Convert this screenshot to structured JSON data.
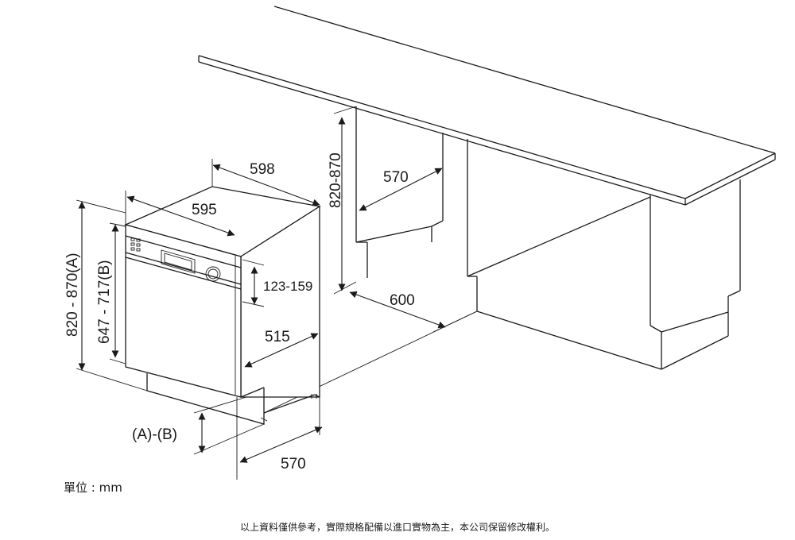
{
  "dimensions": {
    "cabinet_height": "820-870",
    "cabinet_depth": "570",
    "niche_depth": "600",
    "appliance_width_top": "598",
    "appliance_width": "595",
    "panel_height": "123-159",
    "appliance_depth": "515",
    "bottom_depth": "570",
    "overall_height": "820 - 870(A)",
    "body_height": "647 - 717(B)",
    "plinth_height": "(A)-(B)"
  },
  "unit_label": "單位 : mm",
  "disclaimer": "以上資料僅供參考，實際規格配備以進口實物為主，本公司保留修改權利。"
}
